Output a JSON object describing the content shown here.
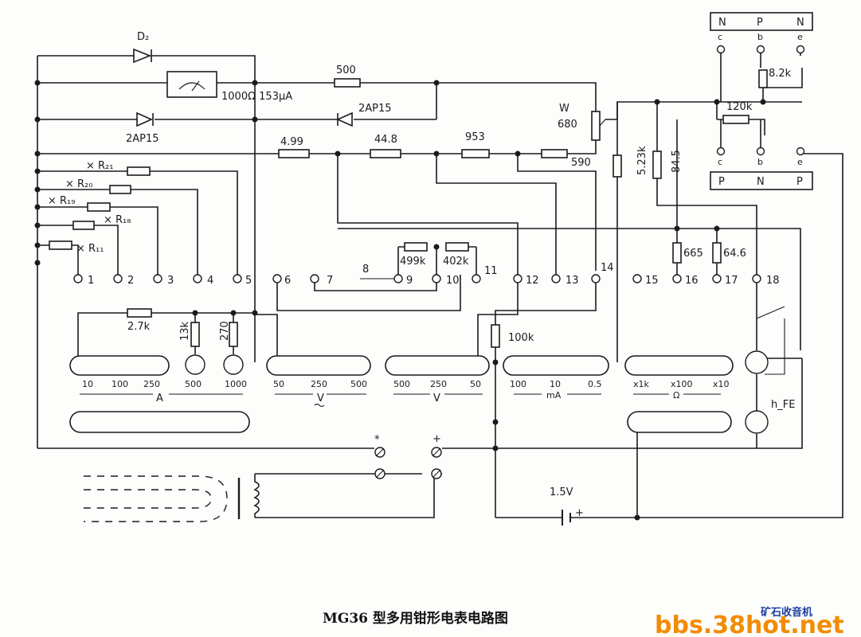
{
  "caption": "MG36 型多用钳形电表电路图",
  "watermark": {
    "line1": "矿石收音机",
    "line2": "bbs.38hot.net"
  },
  "components": {
    "d2": "D₂",
    "meter": "1000Ω 153μA",
    "r500": "500",
    "diode_upper": "2AP15",
    "diode_lower": "2AP15",
    "pot_w": "W",
    "pot_680": "680",
    "r499": "4.99",
    "r448": "44.8",
    "r953": "953",
    "r590": "590",
    "r21": "× R₂₁",
    "r20": "× R₂₀",
    "r19": "× R₁₉",
    "r18": "× R₁₈",
    "r11": "× R₁₁",
    "r499k": "499k",
    "r402k": "402k",
    "r27k": "2.7k",
    "r13k": "13k",
    "r270": "270",
    "r100k": "100k",
    "r5k": "5.23k",
    "r845": "84.5",
    "r665": "665",
    "r646": "64.6",
    "r82k": "8.2k",
    "r120k": "120k",
    "battery": "1.5V",
    "hfe": "h_FE"
  },
  "transistor_sockets": {
    "npn_label": [
      "N",
      "P",
      "N"
    ],
    "pnp_label": [
      "P",
      "N",
      "P"
    ],
    "pins": [
      "c",
      "b",
      "e"
    ]
  },
  "terminals": [
    "1",
    "2",
    "3",
    "4",
    "5",
    "6",
    "7",
    "8",
    "9",
    "10",
    "11",
    "12",
    "13",
    "14",
    "15",
    "16",
    "17",
    "18"
  ],
  "ranges": {
    "amps": {
      "marks": [
        "10",
        "100",
        "250",
        "500",
        "1000"
      ],
      "unit": "A"
    },
    "volts_ac": {
      "marks": [
        "50",
        "250",
        "500"
      ],
      "unit": "V"
    },
    "volts_dc": {
      "marks": [
        "500",
        "250",
        "50"
      ],
      "unit": "V"
    },
    "milliamps": {
      "marks": [
        "100",
        "10",
        "0.5"
      ],
      "unit": "mA"
    },
    "ohms": {
      "marks": [
        "x1k",
        "x100",
        "x10"
      ],
      "unit": "Ω"
    }
  },
  "jacks": {
    "neg": "*",
    "pos": "+"
  },
  "battery_sign": "+"
}
